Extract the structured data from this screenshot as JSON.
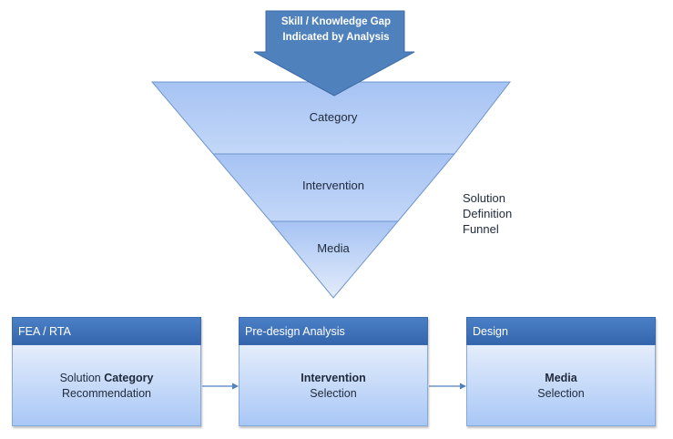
{
  "top_arrow": {
    "line1": "Skill / Knowledge Gap",
    "line2": "Indicated by Analysis"
  },
  "funnel": {
    "levels": [
      {
        "label": "Category"
      },
      {
        "label": "Intervention"
      },
      {
        "label": "Media"
      }
    ],
    "side_label": [
      "Solution",
      "Definition",
      "Funnel"
    ]
  },
  "process": [
    {
      "header": "FEA / RTA",
      "body_pre": "Solution ",
      "body_bold": "Category",
      "body_line2": "Recommendation"
    },
    {
      "header": "Pre-design Analysis",
      "body_pre": "",
      "body_bold": "Intervention",
      "body_line2": "Selection"
    },
    {
      "header": "Design",
      "body_pre": "",
      "body_bold": "Media",
      "body_line2": "Selection"
    }
  ],
  "colors": {
    "arrow": "#4f81bd",
    "funnel_top": "#a9c6f5",
    "funnel_bottom": "#dce8fb",
    "stroke": "#5b84c0"
  }
}
